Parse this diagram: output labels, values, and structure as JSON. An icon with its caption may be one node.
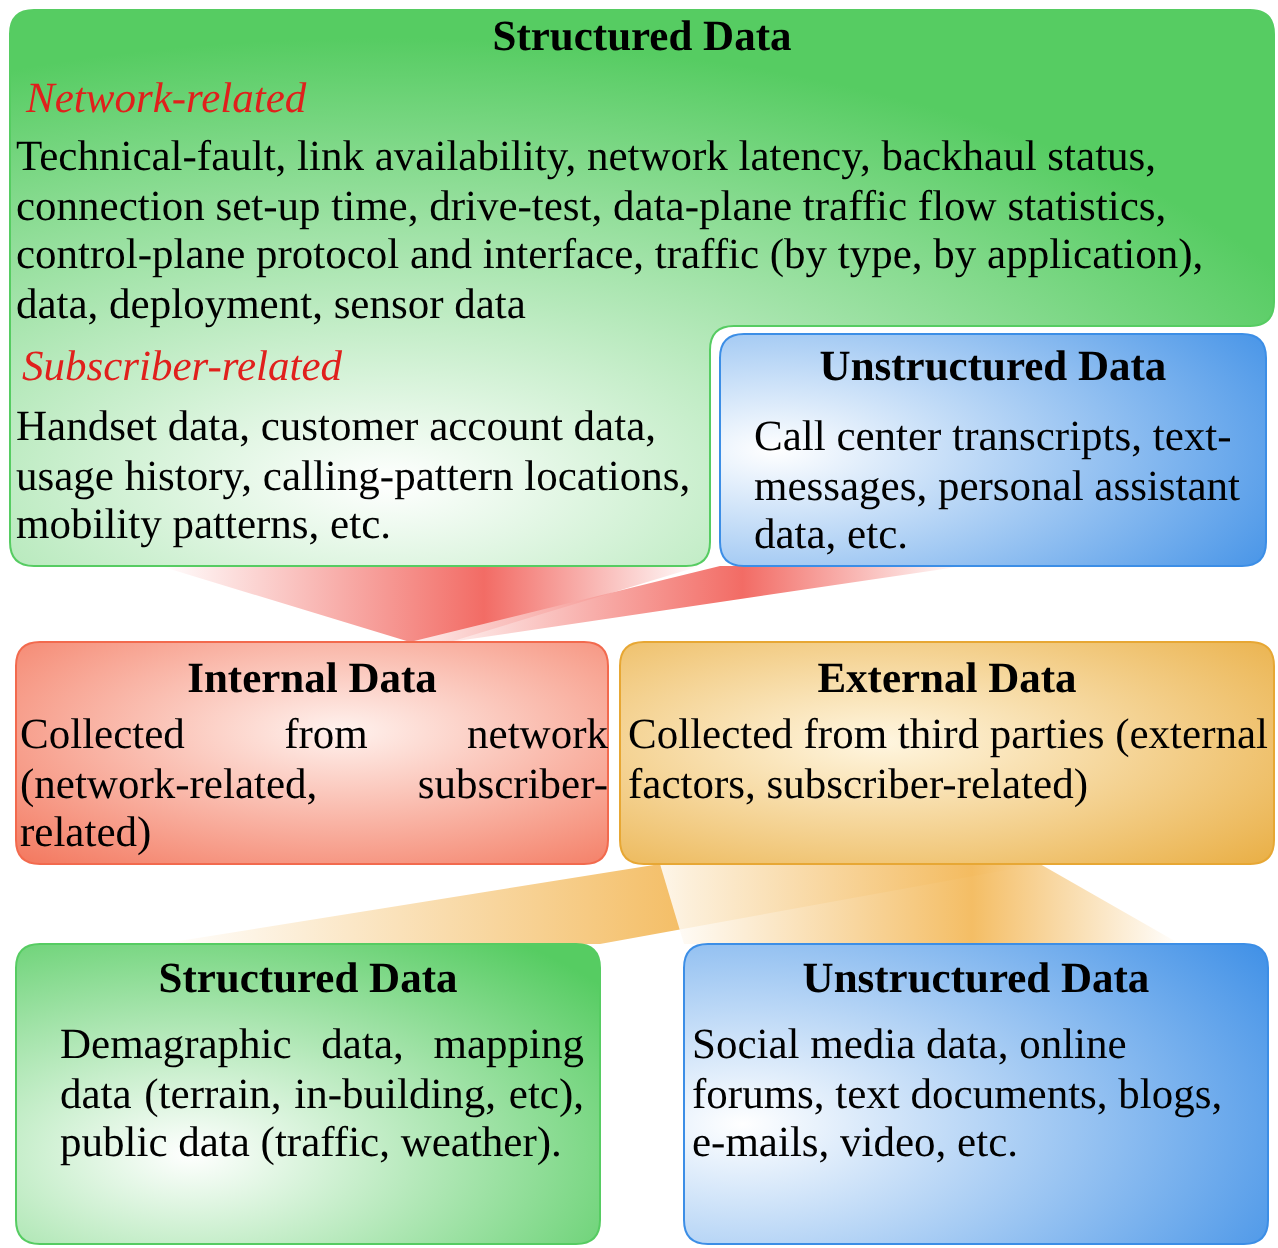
{
  "diagram": {
    "nodes": [
      {
        "text": [
          "Structured Data",
          "Network-related",
          "Technical-fault, link availability, network latency, backhaul status, connection set-up time, drive-test, data-plane traffic flow statistics, control-plane protocol and interface, traffic (by type, by application), data, deployment, sensor data",
          "Subscriber-related",
          "Handset data, customer account data, usage history, calling-pattern locations, mobility patterns, etc."
        ]
      },
      {
        "text": [
          "Unstructured Data",
          "Call center transcripts, text-messages, personal assistant data, etc."
        ]
      },
      {
        "text": [
          "Internal Data",
          "Collected from network (network-related, subscriber-related)"
        ]
      },
      {
        "text": [
          "External Data",
          "Collected from third parties (external factors, subscriber-related)"
        ]
      },
      {
        "text": [
          "Structured Data",
          "Demagraphic data, mapping data (terrain, in-building, etc), public data (traffic, weather)."
        ]
      },
      {
        "text": [
          "Unstructured Data",
          "Social media data, online forums, text documents, blogs, e-mails, video, etc."
        ]
      }
    ],
    "edges": [
      {
        "from": 0,
        "to": 2,
        "arrow": "none",
        "color": "#f0524a"
      },
      {
        "from": 1,
        "to": 2,
        "arrow": "none",
        "color": "#f0524a"
      },
      {
        "from": 3,
        "to": 4,
        "arrow": "none",
        "color": "#f2b24a"
      },
      {
        "from": 3,
        "to": 5,
        "arrow": "none",
        "color": "#f2b24a"
      }
    ]
  }
}
